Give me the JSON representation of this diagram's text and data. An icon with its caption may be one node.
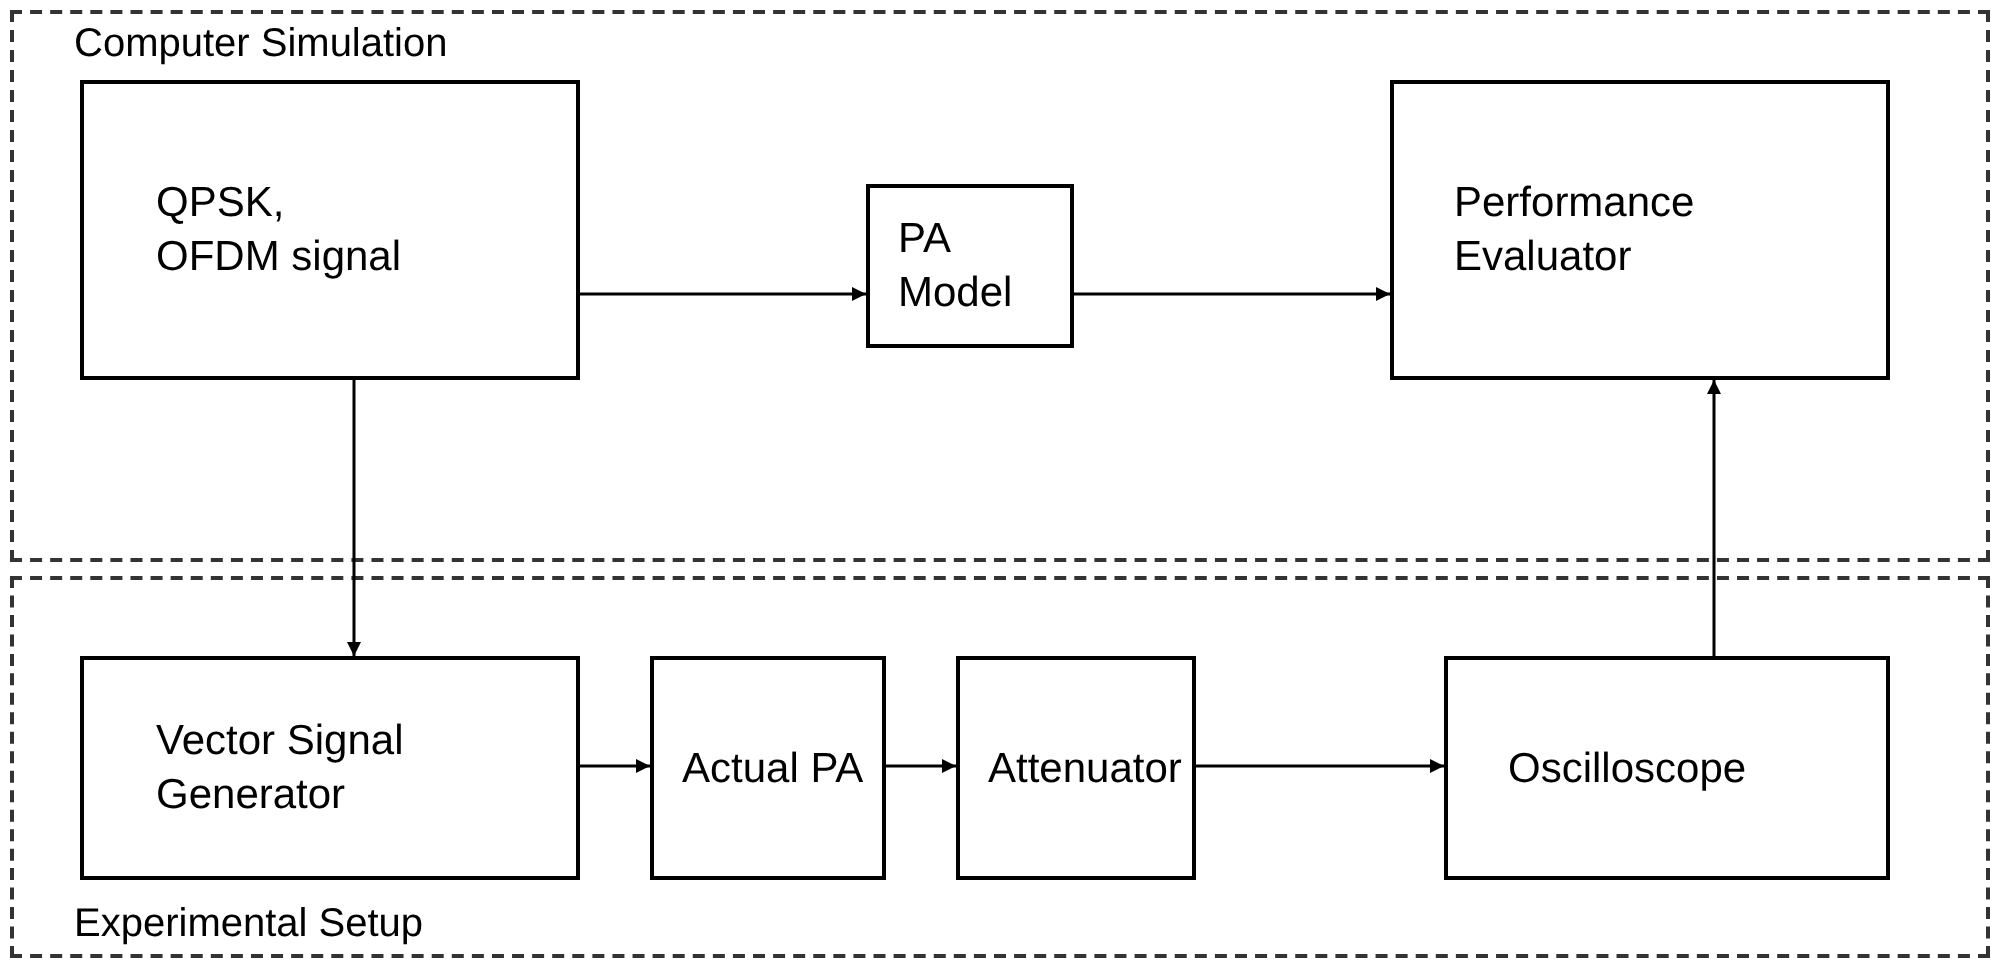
{
  "diagram": {
    "nodes": [
      {
        "text": [
          "Computer Simulation"
        ]
      },
      {
        "text": [
          "QPSK, OFDM signal"
        ],
        "in": 0
      },
      {
        "text": [
          "PA Model"
        ],
        "in": 0
      },
      {
        "text": [
          "Performance Evaluator"
        ],
        "in": 0
      },
      {
        "text": [
          "Experimental Setup"
        ]
      },
      {
        "text": [
          "Vector Signal Generator"
        ],
        "in": 4
      },
      {
        "text": [
          "Actual PA"
        ],
        "in": 4
      },
      {
        "text": [
          "Attenuator"
        ],
        "in": 4
      },
      {
        "text": [
          "Oscilloscope"
        ],
        "in": 4
      }
    ],
    "edges": [
      {
        "from": 1,
        "to": 2,
        "arrow": "to"
      },
      {
        "from": 2,
        "to": 3,
        "arrow": "to"
      },
      {
        "from": 1,
        "to": 5,
        "arrow": "to"
      },
      {
        "from": 5,
        "to": 6,
        "arrow": "to"
      },
      {
        "from": 6,
        "to": 7,
        "arrow": "to"
      },
      {
        "from": 7,
        "to": 8,
        "arrow": "to"
      },
      {
        "from": 8,
        "to": 3,
        "arrow": "to"
      }
    ]
  }
}
